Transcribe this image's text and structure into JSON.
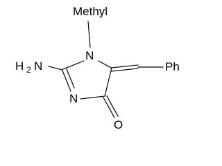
{
  "molecule": {
    "atoms": {
      "methyl": "Methyl",
      "n1": "N",
      "nh2_n": "H",
      "nh2_h": "2",
      "nh2_rest": "N",
      "n3": "N",
      "oxygen": "O",
      "phenyl": "Ph"
    },
    "colors": {
      "ink": "#000000",
      "background": "#ffffff"
    }
  }
}
